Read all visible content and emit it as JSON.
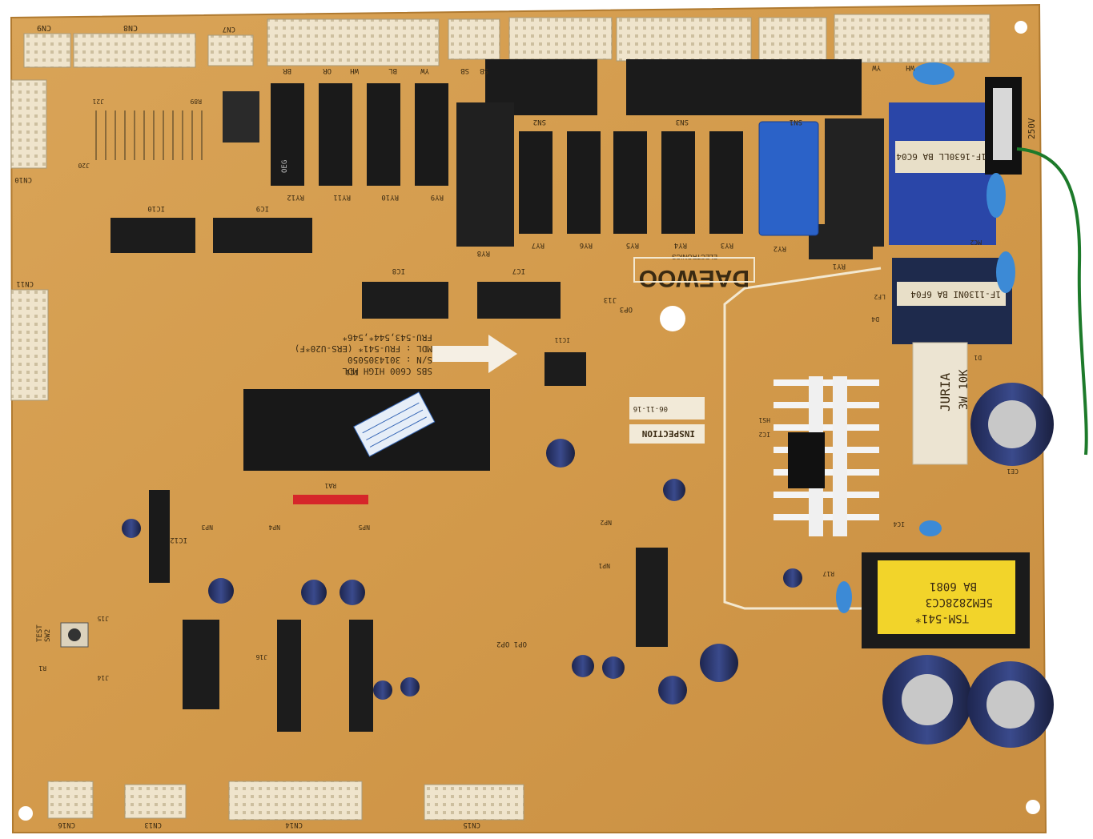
{
  "board": {
    "brand": "DAEWOO",
    "brand_sub": "ELECTRONICS",
    "model_lines": [
      "SBS C600 HIGH MDL",
      "S/N : 3014305050",
      "MDL : FRU-541* (ERS-U20*F)",
      "FRU-543,544*,546*"
    ],
    "inspection": "INSPECTION",
    "inspection_date": "06-11-16",
    "heatsink_resistor": [
      "JURIA",
      "3W 10K"
    ],
    "transformer_label": [
      "TSM-541*",
      "5EM2828CC3",
      "BA 6081"
    ],
    "filter_label_1": "1F-1630LL BA 6C04",
    "filter_label_2": "1F-1130NI BA 6F04",
    "relay_vendor": "OEG",
    "rating_250v": "250V",
    "switch_label": "TEST",
    "switch2_label": "SW2"
  },
  "connectors": {
    "top": [
      "CN9",
      "CN8",
      "CN7",
      "BR",
      "OR",
      "WH",
      "BL",
      "YW",
      "SB",
      "SB",
      "YW",
      "WH"
    ],
    "bottom": [
      "CN16",
      "CN13",
      "CN14",
      "CN15"
    ],
    "left": [
      "CN10",
      "CN11"
    ]
  },
  "relays": {
    "top_row": [
      "RY12",
      "RY11",
      "RY10",
      "RY9"
    ],
    "mid_row": [
      "RY8",
      "RY7",
      "RY6",
      "RY5",
      "RY4",
      "RY3",
      "RY2",
      "RY1"
    ]
  },
  "ics": {
    "ic10": "IC10",
    "ic9": "IC9",
    "ic8": "IC8",
    "ic7": "IC7",
    "ic12": "IC12",
    "micro_label": "IC1"
  },
  "snubbers": [
    "SN2",
    "SN3",
    "SN1"
  ],
  "misc_labels": [
    "J13",
    "OP3",
    "OP1 OP2",
    "J20",
    "J21",
    "R89",
    "R1",
    "NP1",
    "NP2",
    "NP3",
    "NP4",
    "NP5",
    "IC11",
    "HS1",
    "IC2",
    "IC4",
    "LF2",
    "MC2",
    "D1",
    "D4",
    "CE1",
    "R17",
    "J15",
    "J16",
    "RA1",
    "J14"
  ]
}
